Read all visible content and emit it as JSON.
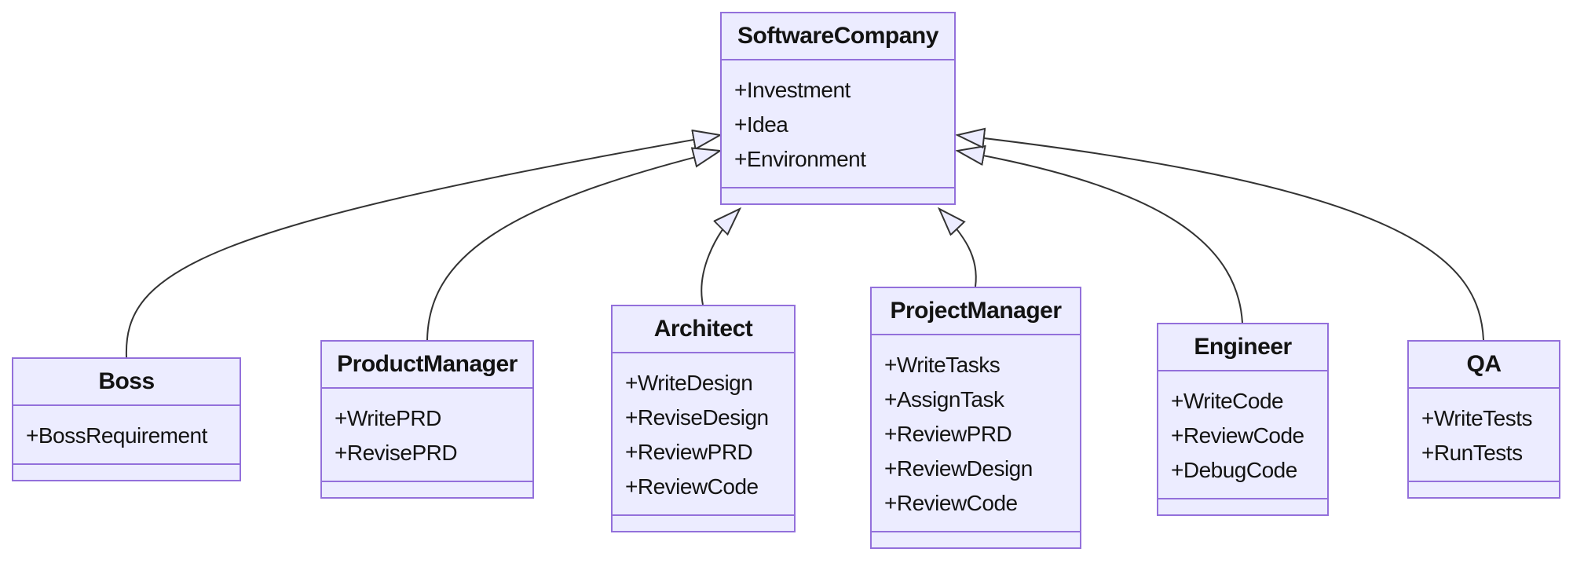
{
  "diagram": {
    "kind": "uml-class-diagram",
    "colors": {
      "background": "#ffffff",
      "node_fill": "#ECECFF",
      "node_border": "#9370DB",
      "edge_line": "#333333",
      "arrowhead_fill": "#ECECFF",
      "text": "#131313"
    },
    "classes": [
      {
        "name": "SoftwareCompany",
        "attributes": [
          "+Investment",
          "+Idea",
          "+Environment"
        ],
        "methods": []
      },
      {
        "name": "Boss",
        "attributes": [
          "+BossRequirement"
        ],
        "methods": []
      },
      {
        "name": "ProductManager",
        "attributes": [
          "+WritePRD",
          "+RevisePRD"
        ],
        "methods": []
      },
      {
        "name": "Architect",
        "attributes": [
          "+WriteDesign",
          "+ReviseDesign",
          "+ReviewPRD",
          "+ReviewCode"
        ],
        "methods": []
      },
      {
        "name": "ProjectManager",
        "attributes": [
          "+WriteTasks",
          "+AssignTask",
          "+ReviewPRD",
          "+ReviewDesign",
          "+ReviewCode"
        ],
        "methods": []
      },
      {
        "name": "Engineer",
        "attributes": [
          "+WriteCode",
          "+ReviewCode",
          "+DebugCode"
        ],
        "methods": []
      },
      {
        "name": "QA",
        "attributes": [
          "+WriteTests",
          "+RunTests"
        ],
        "methods": []
      }
    ],
    "edges": [
      {
        "from": "Boss",
        "to": "SoftwareCompany",
        "type": "inheritance"
      },
      {
        "from": "ProductManager",
        "to": "SoftwareCompany",
        "type": "inheritance"
      },
      {
        "from": "Architect",
        "to": "SoftwareCompany",
        "type": "inheritance"
      },
      {
        "from": "ProjectManager",
        "to": "SoftwareCompany",
        "type": "inheritance"
      },
      {
        "from": "Engineer",
        "to": "SoftwareCompany",
        "type": "inheritance"
      },
      {
        "from": "QA",
        "to": "SoftwareCompany",
        "type": "inheritance"
      }
    ]
  }
}
